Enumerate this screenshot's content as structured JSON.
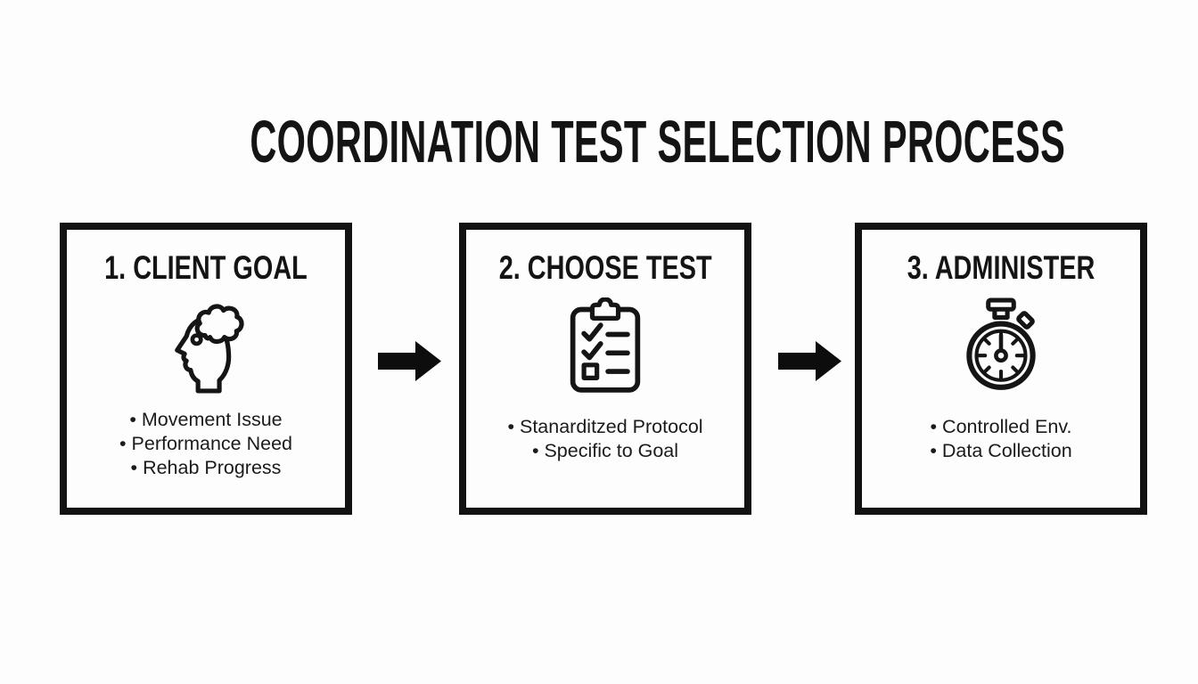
{
  "title": "COORDINATION TEST SELECTION PROCESS",
  "bullet_char": "•",
  "steps": [
    {
      "heading": "1. CLIENT GOAL",
      "icon": "head-thought-bubble-icon",
      "bullets": [
        "Movement Issue",
        "Performance Need",
        "Rehab Progress"
      ]
    },
    {
      "heading": "2. CHOOSE TEST",
      "icon": "clipboard-checklist-icon",
      "bullets": [
        "Stanarditzed Protocol",
        "Specific to Goal"
      ]
    },
    {
      "heading": "3. ADMINISTER",
      "icon": "stopwatch-icon",
      "bullets": [
        "Controlled Env.",
        "Data Collection"
      ]
    }
  ],
  "connectors": [
    {
      "icon": "arrow-right-icon"
    },
    {
      "icon": "arrow-right-icon"
    }
  ],
  "colors": {
    "background": "#fdfdfd",
    "ink": "#141414",
    "box_border": "#121212",
    "arrow_fill": "#0d0d0d",
    "icon_stroke": "#151515"
  }
}
